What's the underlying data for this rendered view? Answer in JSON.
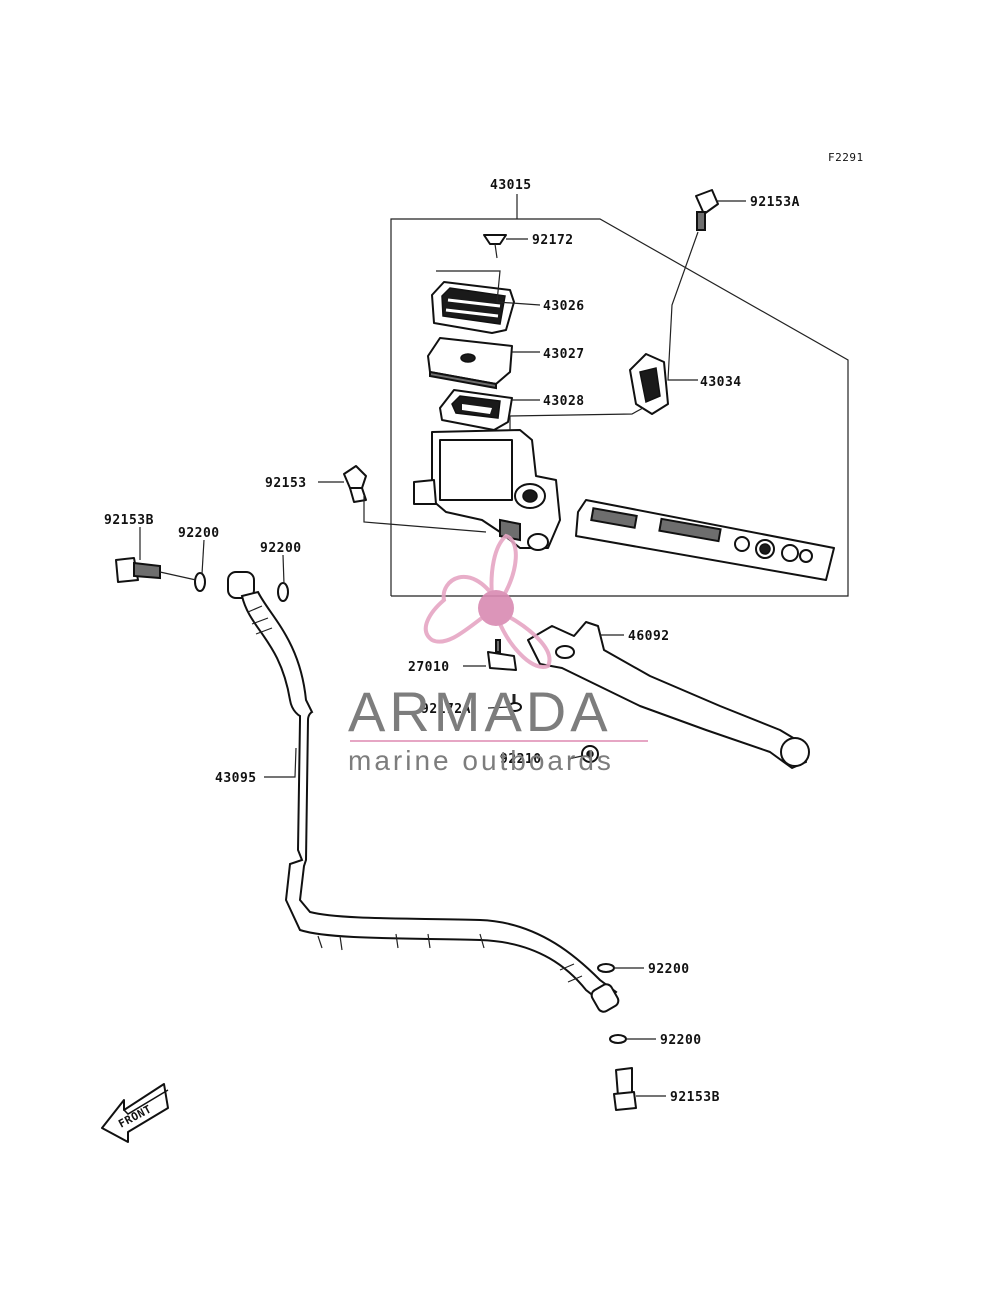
{
  "figure_code": "F2291",
  "parts": [
    {
      "id": "43015"
    },
    {
      "id": "92153A"
    },
    {
      "id": "92172"
    },
    {
      "id": "43026"
    },
    {
      "id": "43027"
    },
    {
      "id": "43034"
    },
    {
      "id": "43028"
    },
    {
      "id": "92153"
    },
    {
      "id": "92153B"
    },
    {
      "id": "92200"
    },
    {
      "id": "92200"
    },
    {
      "id": "46092"
    },
    {
      "id": "27010"
    },
    {
      "id": "92172A"
    },
    {
      "id": "92210"
    },
    {
      "id": "43095"
    },
    {
      "id": "92200"
    },
    {
      "id": "92200"
    },
    {
      "id": "92153B"
    }
  ],
  "front_arrow_text": "FRONT",
  "watermark": {
    "brand": "ARMADA",
    "tagline": "marine outboards",
    "colors": {
      "text": "#7d7d7d",
      "accent": "#e6a6c4",
      "accent_dark": "#d98ab2"
    }
  }
}
